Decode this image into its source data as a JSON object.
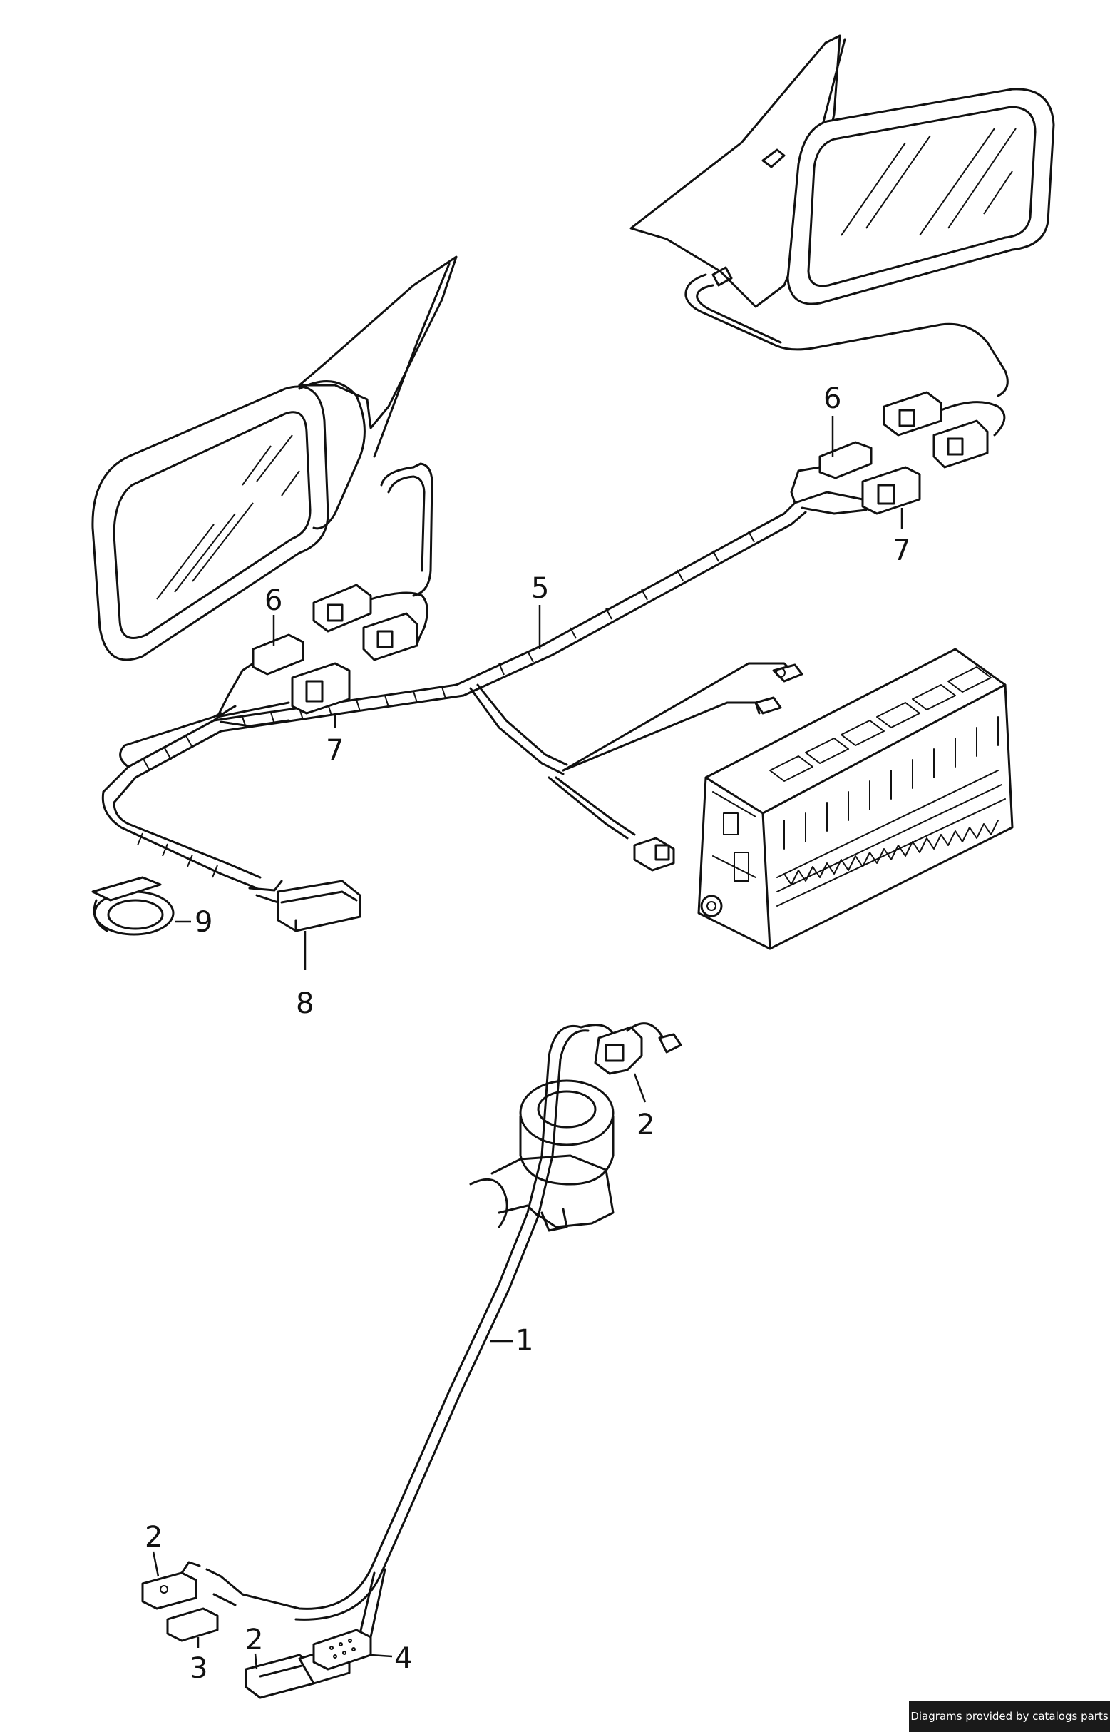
{
  "callouts": {
    "c1": "1",
    "c2_top": "2",
    "c2_left": "2",
    "c2_bottom": "2",
    "c3": "3",
    "c4": "4",
    "c5": "5",
    "c6_right": "6",
    "c6_left": "6",
    "c7_right": "7",
    "c7_left": "7",
    "c8": "8",
    "c9": "9"
  },
  "footer": {
    "credit": "Diagrams provided by catalogs parts"
  }
}
